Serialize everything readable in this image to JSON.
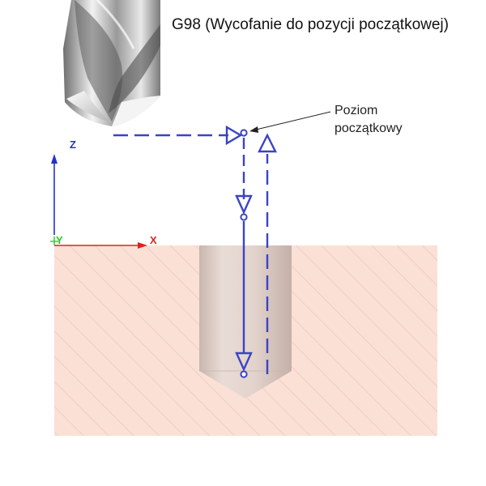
{
  "title": "G98 (Wycofanie do pozycji początkowej)",
  "callout": {
    "line1": "Poziom",
    "line2": "początkowy"
  },
  "axes": {
    "z": "Z",
    "y": "Y",
    "x": "X"
  },
  "colors": {
    "toolpath": "#3a44c4",
    "axis_z": "#2233cc",
    "axis_x": "#dd2222",
    "axis_y": "#22cc22",
    "workpiece": "#fbe0d6",
    "hatch": "#e8c4b8",
    "hole": "#dcccc6"
  },
  "icons": {
    "drill": "twist-drill-bit"
  }
}
